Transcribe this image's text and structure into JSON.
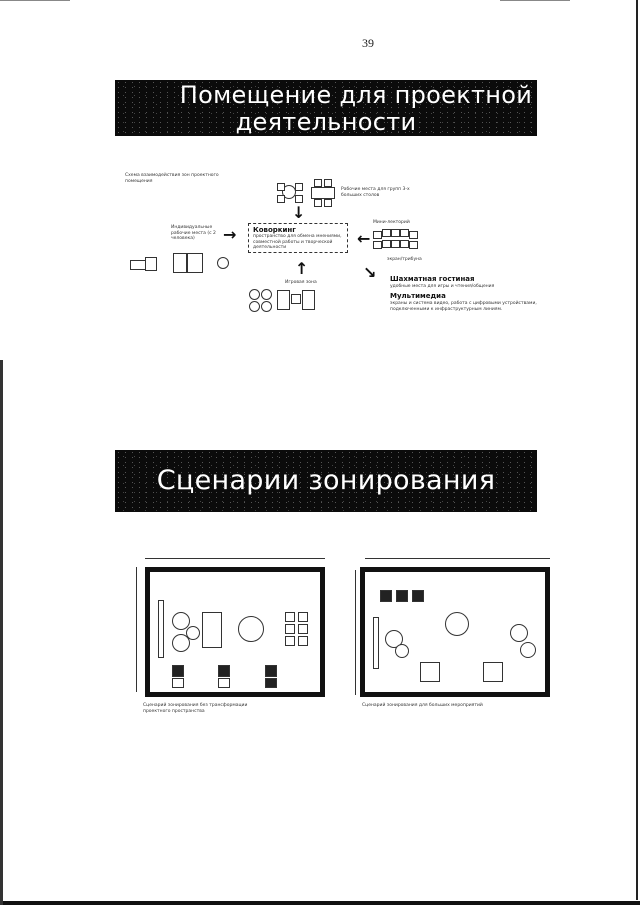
{
  "page": {
    "number": "39"
  },
  "section1": {
    "title_line1": "Помещение для проектной",
    "title_line2": "деятельности"
  },
  "diagram": {
    "top_left_caption": "Схема взаимодействия зон проектного помещения",
    "top_right_caption": "Рабочие места для групп 3-х больших столов",
    "left_caption": "Индивидуальные рабочие места (с 2 человека)",
    "coworking": {
      "title": "Коворкинг",
      "description": "пространство для обмена мнениями, совместной работы и творческой деятельности"
    },
    "right_caption": "Мини-лекторий",
    "right_subcaption": "экран/трибуна",
    "bottom_caption": "Игровая зона",
    "chess": {
      "title": "Шахматная гостиная",
      "description": "удобные места для игры и чтения/общения"
    },
    "multimedia": {
      "title": "Мультимедиа",
      "description": "экраны и система видео, работа с цифровыми устройствами, подключенными к инфраструктурным линиям."
    }
  },
  "section2": {
    "title": "Сценарии зонирования"
  },
  "plans": [
    {
      "caption_line1": "Сценарий зонирования без трансформации",
      "caption_line2": "проектного пространства"
    },
    {
      "caption_line1": "Сценарий зонирования для больших мероприятий"
    }
  ],
  "colors": {
    "banner_bg": "#0b0b0b",
    "banner_text": "#ffffff",
    "page_bg": "#ffffff",
    "ink": "#111111"
  }
}
